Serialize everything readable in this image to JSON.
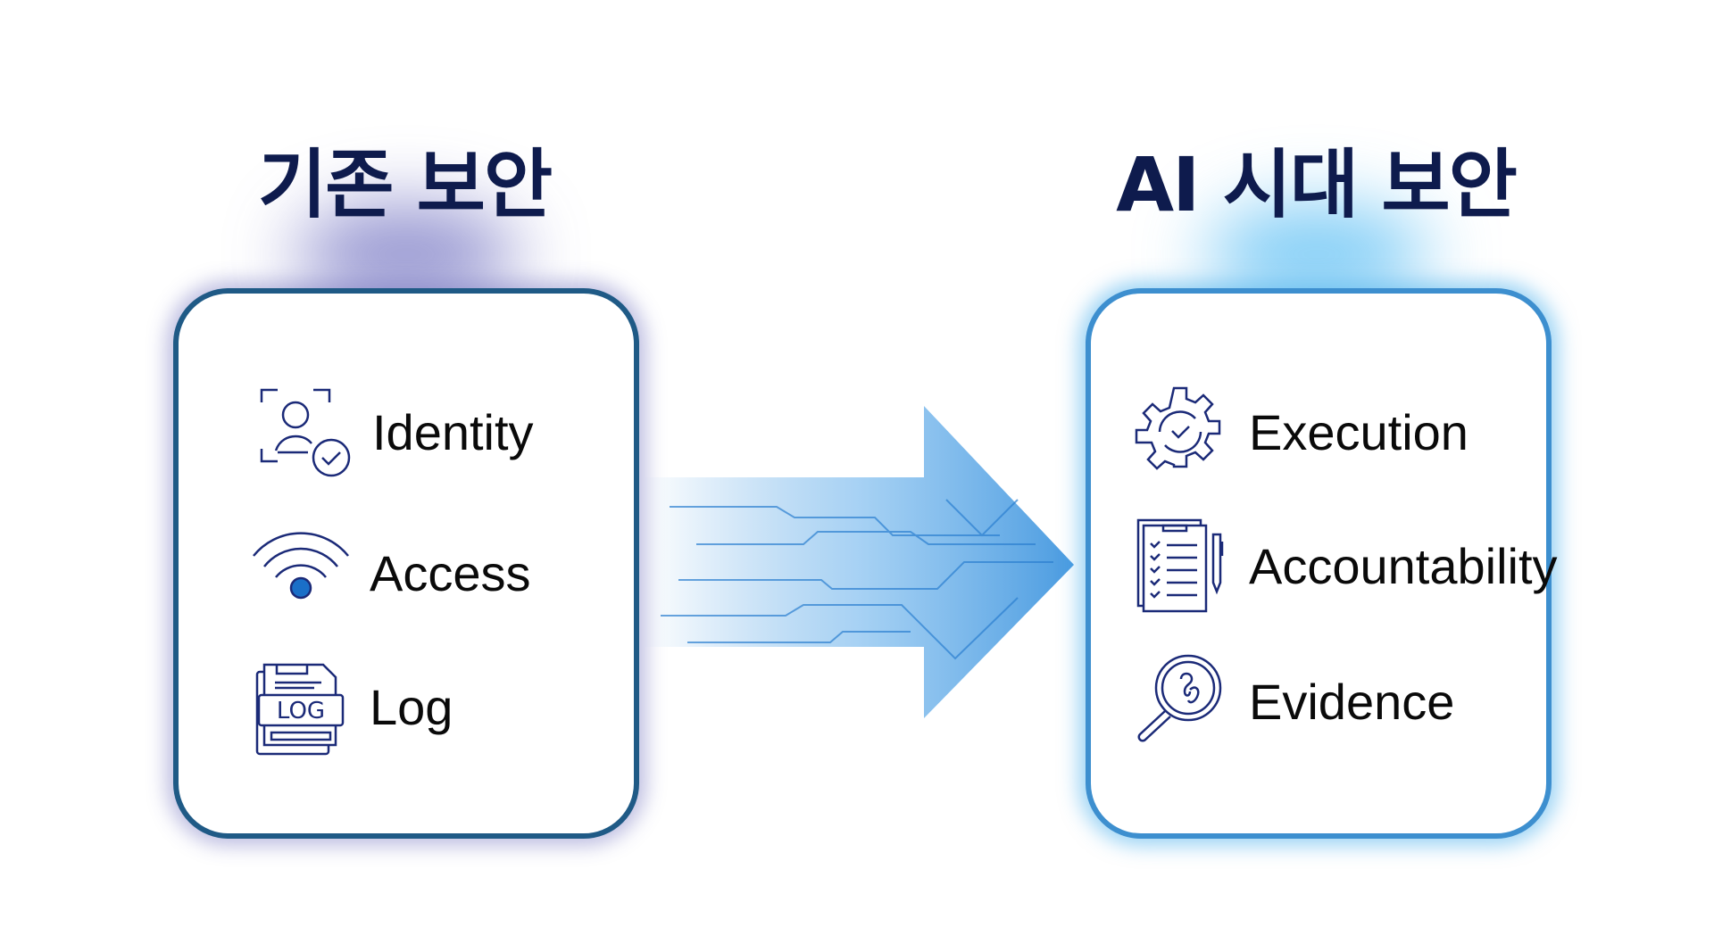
{
  "left_panel": {
    "title": "기존 보안",
    "items": [
      {
        "label": "Identity",
        "icon": "face-id-check-icon"
      },
      {
        "label": "Access",
        "icon": "wireless-signal-icon"
      },
      {
        "label": "Log",
        "icon": "log-file-icon"
      }
    ]
  },
  "right_panel": {
    "title": "AI 시대 보안",
    "items": [
      {
        "label": "Execution",
        "icon": "gear-cycle-check-icon"
      },
      {
        "label": "Accountability",
        "icon": "checklist-clipboard-icon"
      },
      {
        "label": "Evidence",
        "icon": "fingerprint-magnifier-icon"
      }
    ]
  },
  "colors": {
    "title": "#0e1b4d",
    "left_border": "#1f5a86",
    "right_border": "#3d8fcf",
    "icon": "#1b2a78",
    "arrow": "#4a9be0"
  }
}
